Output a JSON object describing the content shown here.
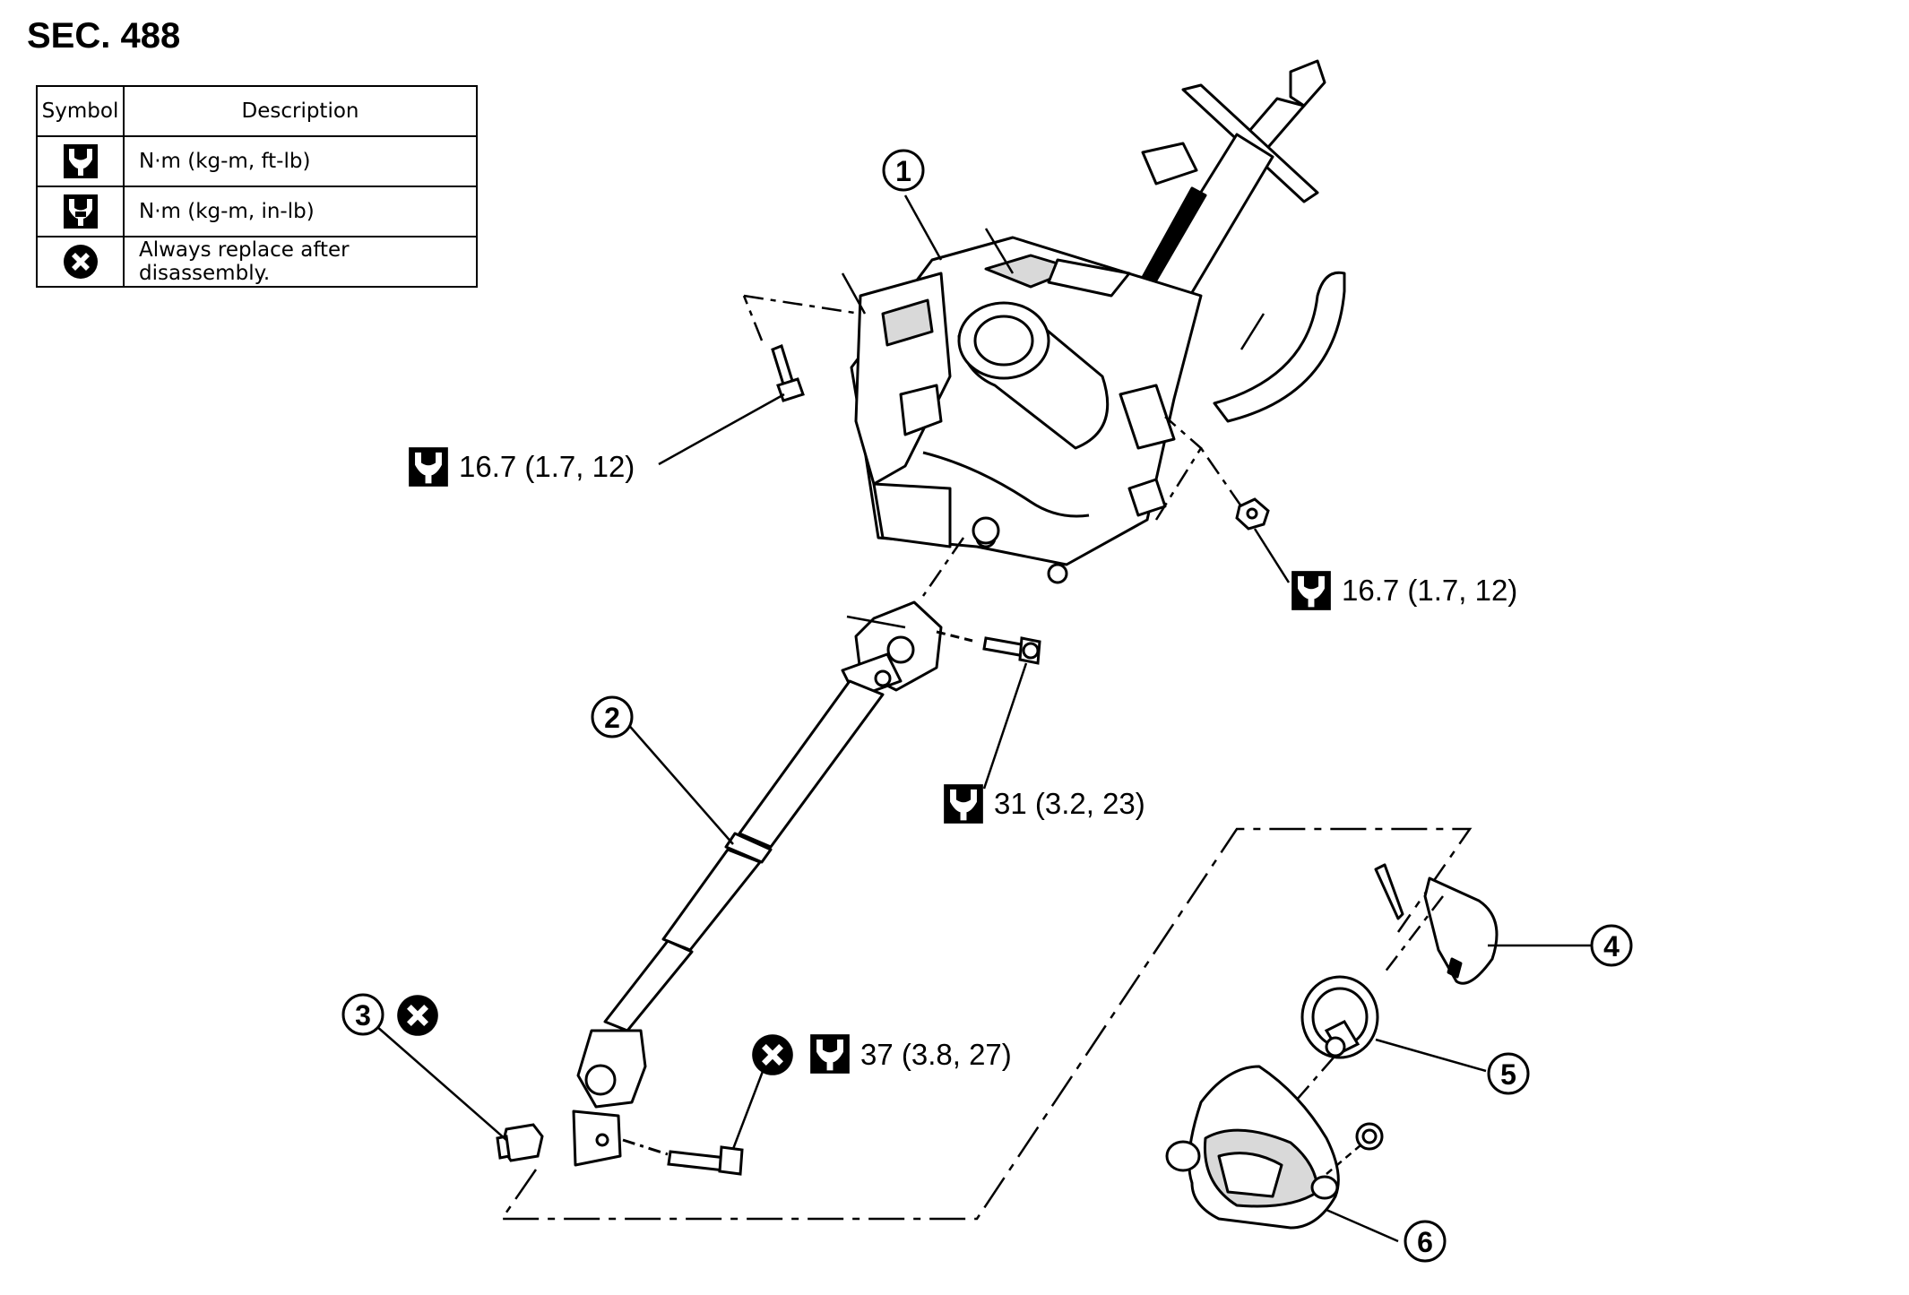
{
  "section": "SEC. 488",
  "legend": {
    "headers": {
      "symbol": "Symbol",
      "description": "Description"
    },
    "rows": [
      {
        "icon": "torque-wrench-icon",
        "description": "N·m (kg-m, ft-lb)"
      },
      {
        "icon": "torque-wrench-filled-icon",
        "description": "N·m (kg-m, in-lb)"
      },
      {
        "icon": "always-replace-icon",
        "description": "Always replace after disassembly."
      }
    ]
  },
  "torque_specs": {
    "column_bolt": "16.7 (1.7, 12)",
    "column_nut": "16.7 (1.7, 12)",
    "upper_joint_bolt": "31 (3.2, 23)",
    "lower_joint_bolt": "37 (3.8, 27)"
  },
  "callouts": [
    "1",
    "2",
    "3",
    "4",
    "5",
    "6"
  ],
  "colors": {
    "ink": "#000000",
    "paper": "#ffffff",
    "shade": "#d9d9d9"
  }
}
